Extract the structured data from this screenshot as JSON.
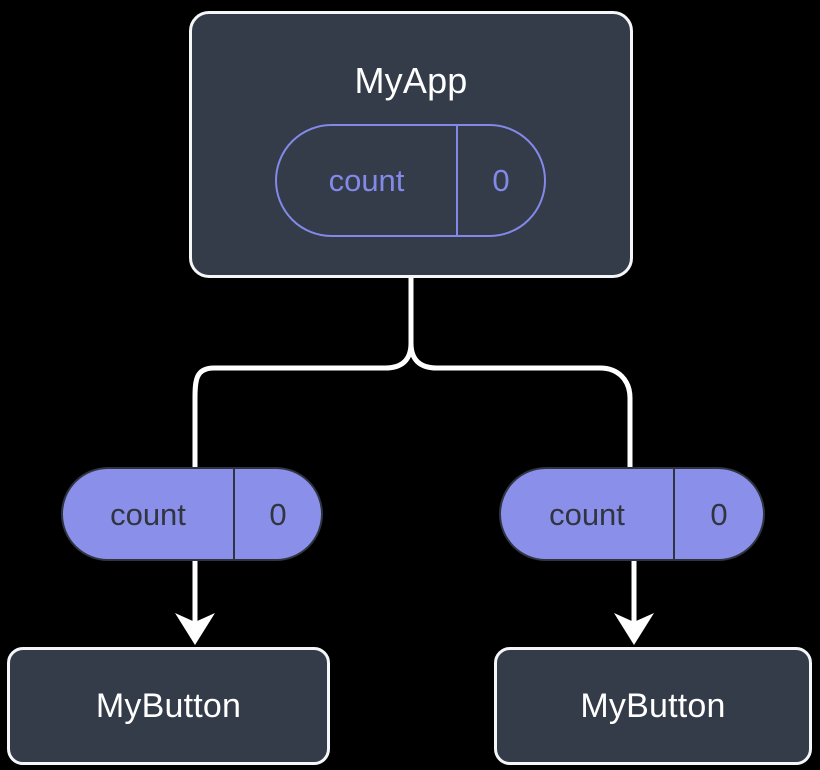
{
  "diagram": {
    "type": "component-state-tree",
    "background_color": "#000000",
    "colors": {
      "node_fill": "#343b49",
      "node_border": "#f4f6f8",
      "state_accent": "#8289e8",
      "state_fill": "#8a90ea",
      "state_text_dark": "#30353f",
      "wire": "#ffffff",
      "title_text": "#ffffff"
    },
    "root": {
      "title": "MyApp",
      "state": {
        "label": "count",
        "value": "0"
      }
    },
    "children": [
      {
        "title": "MyButton",
        "state": {
          "label": "count",
          "value": "0"
        }
      },
      {
        "title": "MyButton",
        "state": {
          "label": "count",
          "value": "0"
        }
      }
    ]
  }
}
